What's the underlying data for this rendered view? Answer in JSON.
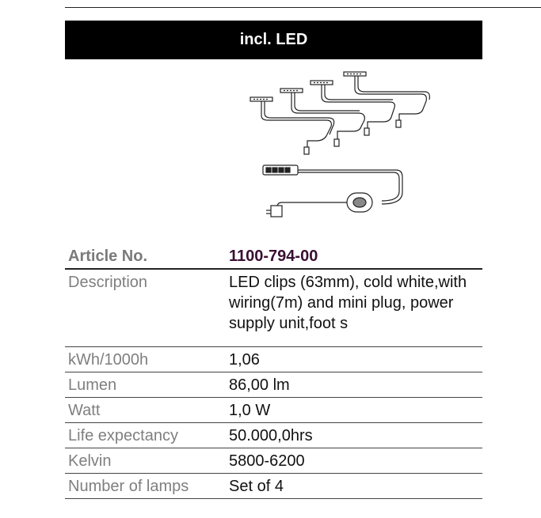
{
  "banner": {
    "title": "incl. LED"
  },
  "illustration": {
    "icon": "led-clip-set-diagram-icon"
  },
  "spec": {
    "article_label": "Article No.",
    "article_value": "1100-794-00",
    "rows": [
      {
        "label": "Description",
        "value": "LED clips (63mm), cold white,with wiring(7m) and mini plug, power supply unit,foot s"
      },
      {
        "label": "kWh/1000h",
        "value": "1,06"
      },
      {
        "label": "Lumen",
        "value": "86,00 lm"
      },
      {
        "label": "Watt",
        "value": "1,0 W"
      },
      {
        "label": "Life expectancy",
        "value": "50.000,0hrs"
      },
      {
        "label": "Kelvin",
        "value": "5800-6200"
      },
      {
        "label": "Number of lamps",
        "value": "Set of 4"
      }
    ]
  },
  "colors": {
    "banner_bg": "#000000",
    "label_gray": "#7f7f7f",
    "article_value": "#3a0f33"
  }
}
